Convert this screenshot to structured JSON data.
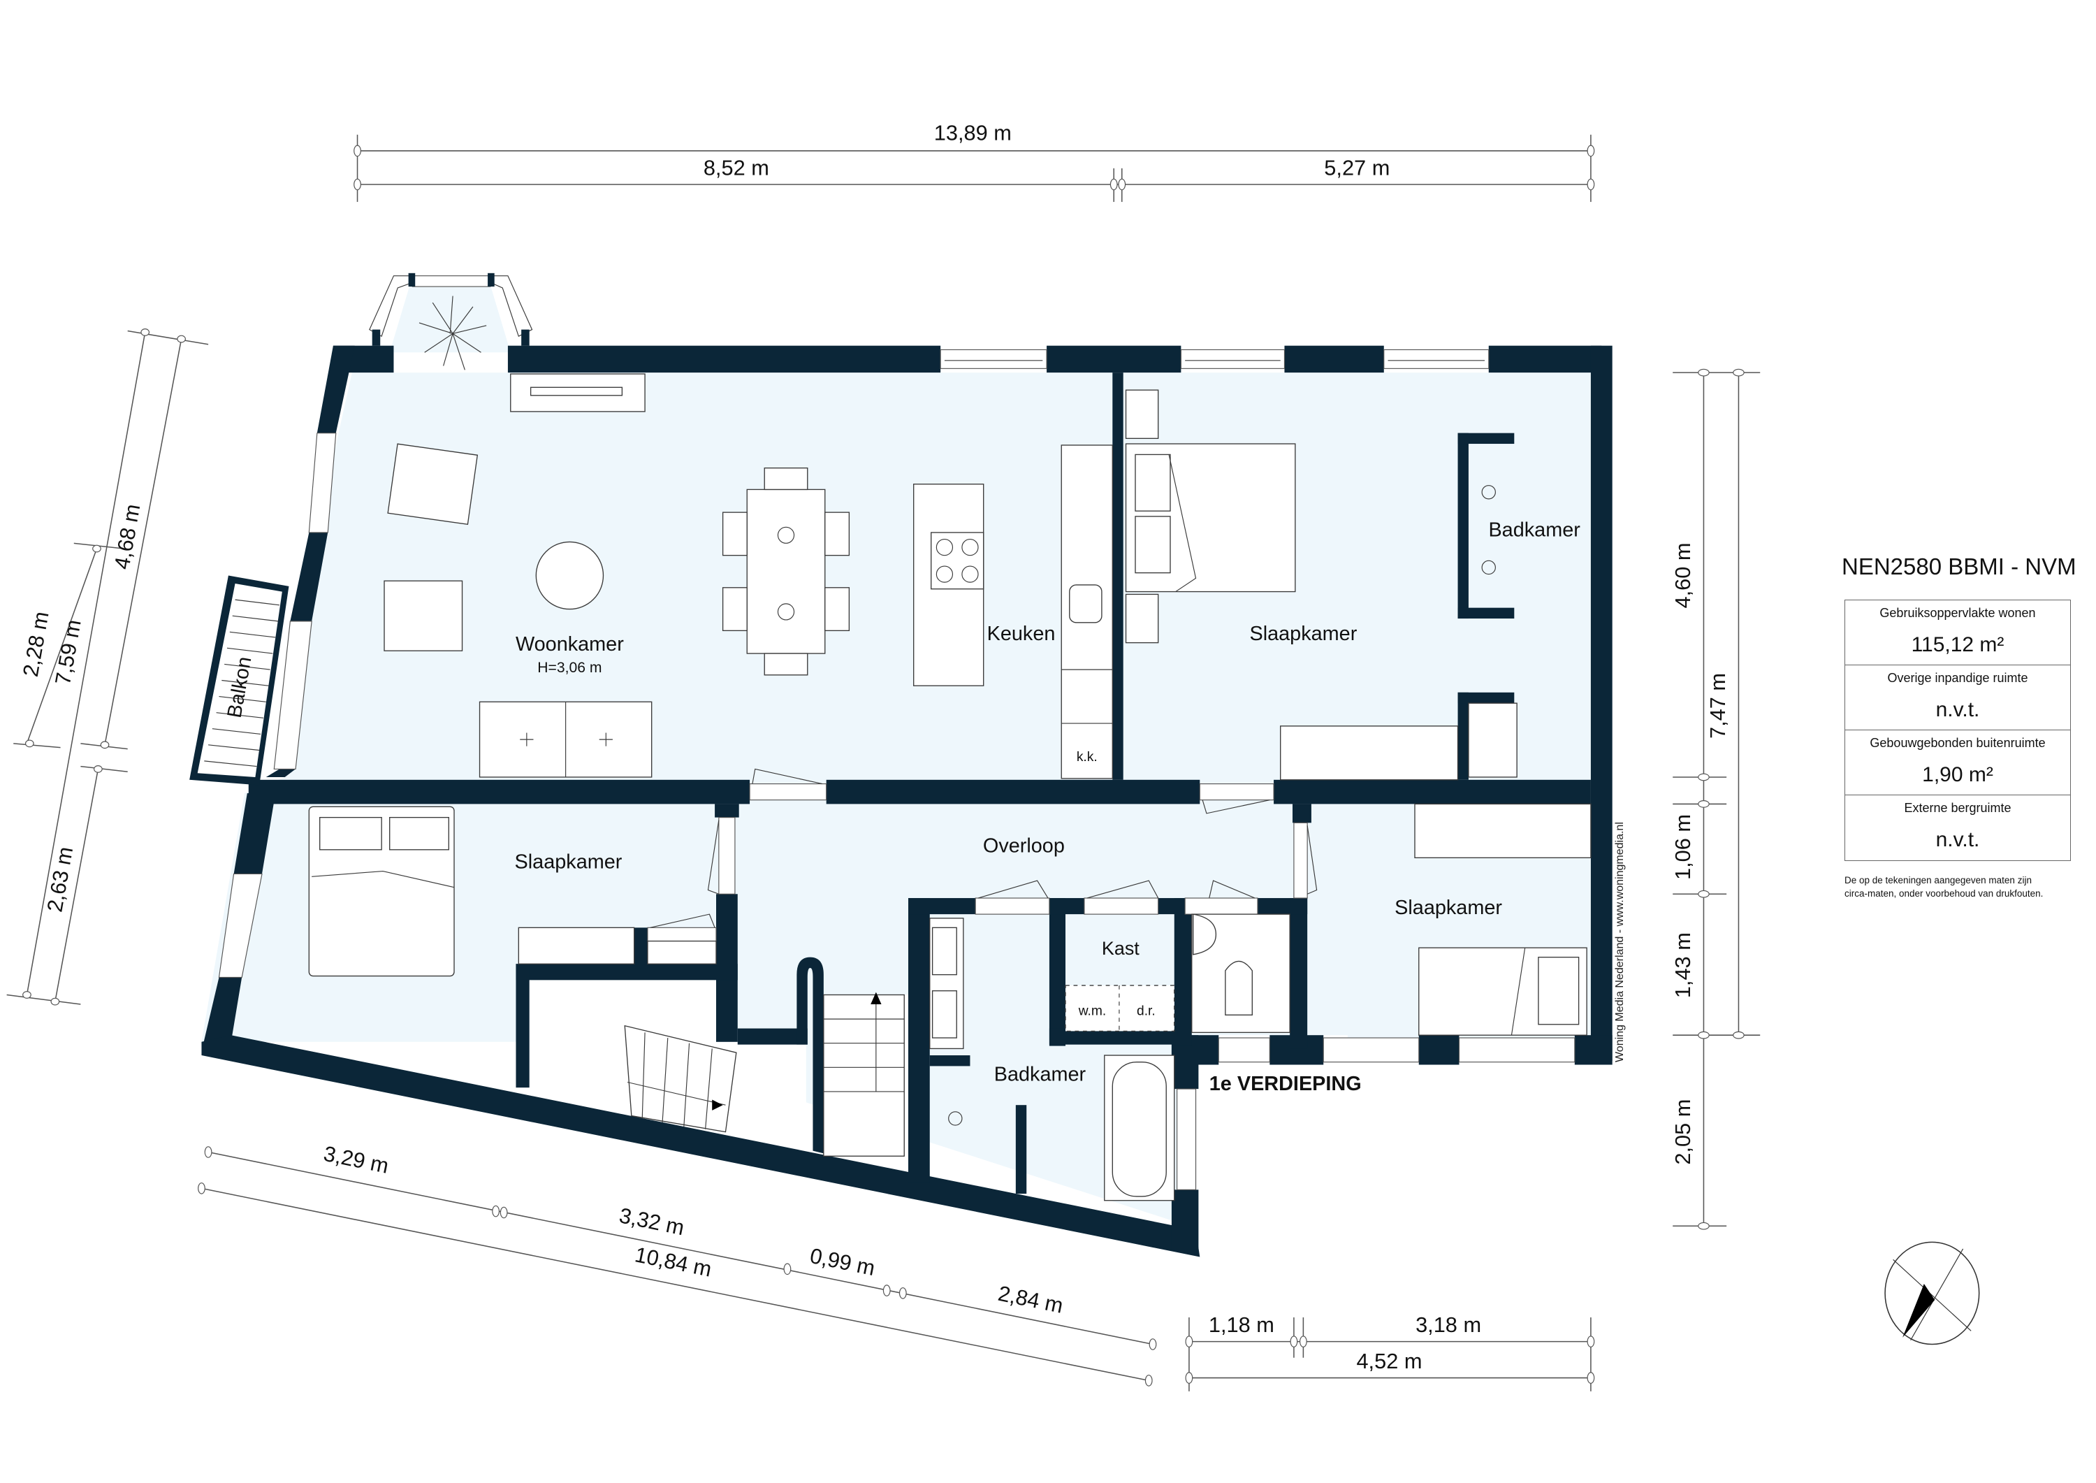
{
  "floor": {
    "label": "1e VERDIEPING"
  },
  "rooms": {
    "woonkamer": {
      "name": "Woonkamer",
      "height": "H=3,06 m"
    },
    "keuken": {
      "name": "Keuken",
      "appliance": "k.k."
    },
    "slaapkamer_ne": {
      "name": "Slaapkamer"
    },
    "badkamer_ensuite": {
      "name": "Badkamer"
    },
    "slaapkamer_w": {
      "name": "Slaapkamer"
    },
    "overloop": {
      "name": "Overloop"
    },
    "slaapkamer_e": {
      "name": "Slaapkamer"
    },
    "kast": {
      "name": "Kast",
      "wm": "w.m.",
      "dr": "d.r."
    },
    "badkamer": {
      "name": "Badkamer"
    },
    "balkon": {
      "name": "Balkon"
    }
  },
  "dimensions": {
    "top_total": "13,89 m",
    "top_left": "8,52 m",
    "top_right": "5,27 m",
    "left_a": "2,28 m",
    "left_total": "7,59 m",
    "left_b": "4,68 m",
    "left_c": "2,63 m",
    "right_a": "4,60 m",
    "right_total": "7,47 m",
    "right_b": "1,06 m",
    "right_c": "1,43 m",
    "right_d": "2,05 m",
    "bottom_a": "3,29 m",
    "bottom_b": "3,32 m",
    "bottom_total": "10,84 m",
    "bottom_c": "0,99 m",
    "bottom_d": "2,84 m",
    "bottom_r1": "1,18 m",
    "bottom_r2": "3,18 m",
    "bottom_r_total": "4,52 m"
  },
  "legend": {
    "title": "NEN2580 BBMI - NVM",
    "rows": [
      {
        "label": "Gebruiksoppervlakte wonen",
        "value": "115,12 m²"
      },
      {
        "label": "Overige inpandige ruimte",
        "value": "n.v.t."
      },
      {
        "label": "Gebouwgebonden buitenruimte",
        "value": "1,90 m²"
      },
      {
        "label": "Externe bergruimte",
        "value": "n.v.t."
      }
    ],
    "note_line1": "De op de tekeningen aangegeven maten zijn",
    "note_line2": "circa-maten, onder voorbehoud van drukfouten."
  },
  "watermark": "Woning Media Nederland - www.woningmedia.nl",
  "colors": {
    "wall": "#0b2638",
    "room_fill": "#eef7fc"
  },
  "icons": {
    "compass": "north-arrow-icon"
  }
}
